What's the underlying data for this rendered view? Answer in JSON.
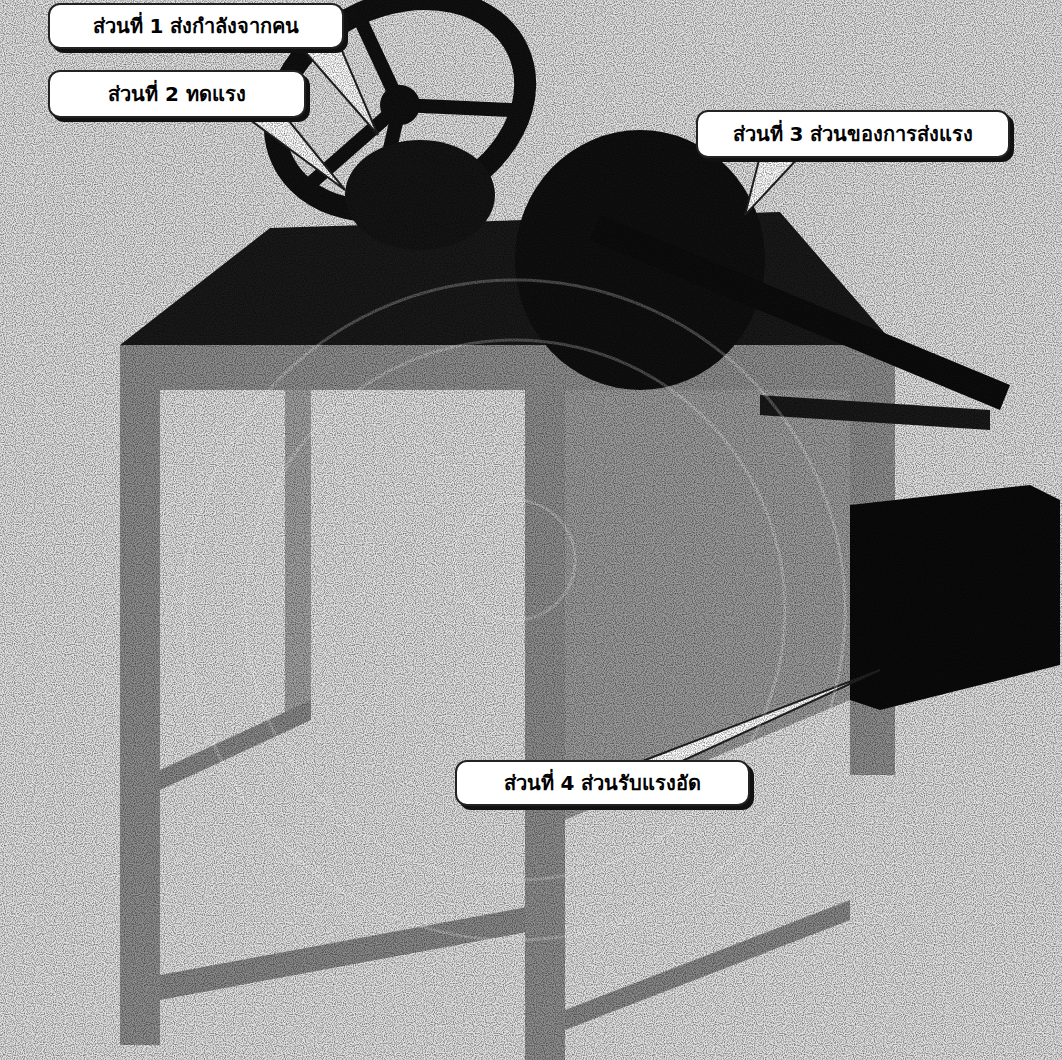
{
  "diagram": {
    "nodes": [
      {
        "text": [
          "ส่วนที่ 1 ส่งกำลังจากคน"
        ]
      },
      {
        "text": [
          "ส่วนที่ 2 ทดแรง"
        ]
      },
      {
        "text": [
          "ส่วนที่ 3 ส่วนของการส่งแรง"
        ]
      },
      {
        "text": [
          "ส่วนที่ 4 ส่วนรับแรงอัด"
        ]
      }
    ]
  }
}
